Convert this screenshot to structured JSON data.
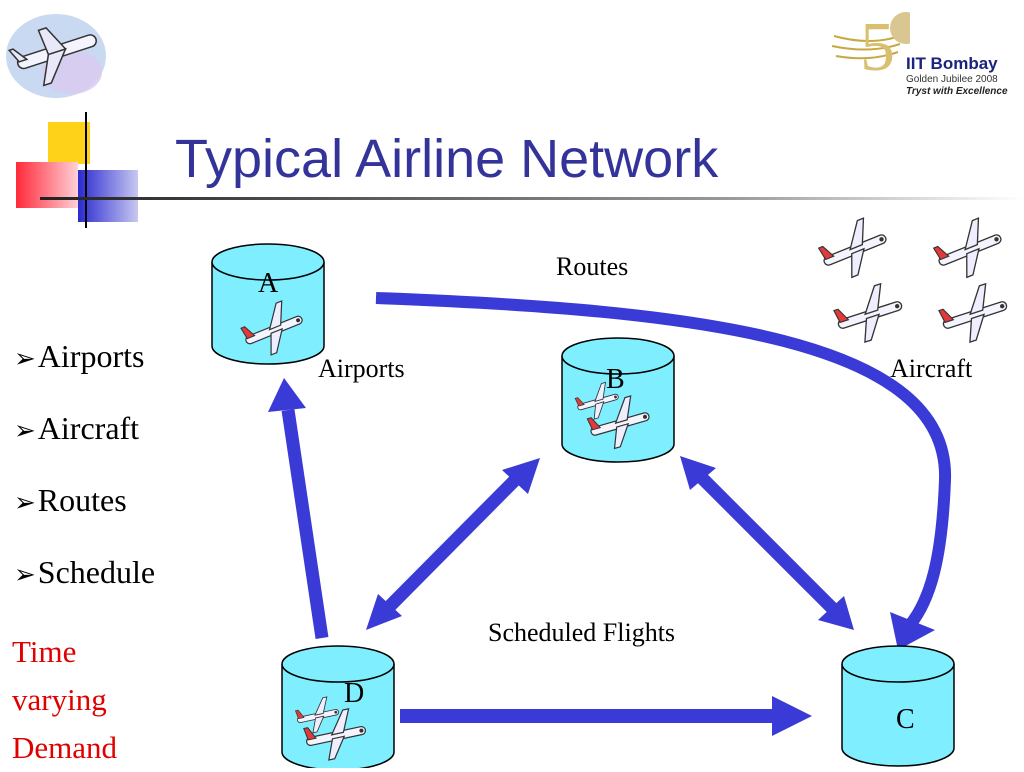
{
  "title": "Typical Airline Network",
  "bullets": [
    "Airports",
    "Aircraft",
    "Routes",
    "Schedule"
  ],
  "demand": [
    "Time",
    "varying",
    "Demand"
  ],
  "logo": {
    "name": "IIT Bombay",
    "line1": "Golden Jubilee 2008",
    "line2": "Tryst with Excellence"
  },
  "diagram": {
    "nodes": {
      "a": "A",
      "b": "B",
      "c": "C",
      "d": "D"
    },
    "labels": {
      "routes": "Routes",
      "airports": "Airports",
      "aircraft": "Aircraft",
      "scheduled": "Scheduled Flights"
    }
  },
  "colors": {
    "title": "#33339a",
    "arrows": "#3a3ad6",
    "cylinder": "#7fefff",
    "demand": "#e00000"
  }
}
